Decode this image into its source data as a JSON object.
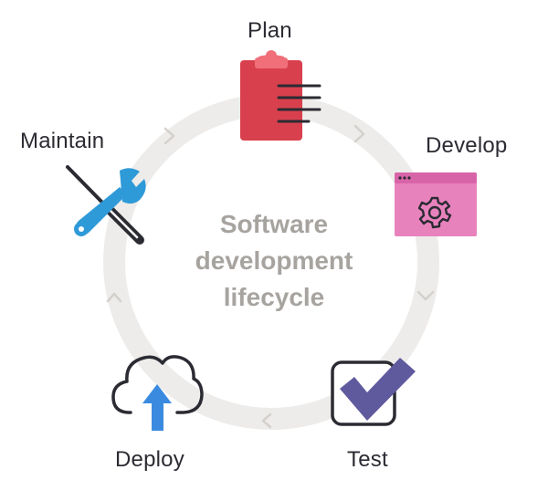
{
  "diagram": {
    "title_lines": [
      "Software",
      "development",
      "lifecycle"
    ],
    "stages": [
      {
        "id": "plan",
        "label": "Plan",
        "icon": "clipboard-icon",
        "color": "#d9404d"
      },
      {
        "id": "develop",
        "label": "Develop",
        "icon": "gear-window-icon",
        "color": "#e882bd"
      },
      {
        "id": "test",
        "label": "Test",
        "icon": "checkbox-icon",
        "color": "#5f5a9e"
      },
      {
        "id": "deploy",
        "label": "Deploy",
        "icon": "cloud-upload-icon",
        "color": "#3a8be0"
      },
      {
        "id": "maintain",
        "label": "Maintain",
        "icon": "wrench-screwdriver-icon",
        "color": "#2f9ad8"
      }
    ],
    "ring_color": "#eeecea",
    "arrow_color": "#d4d1cc"
  }
}
